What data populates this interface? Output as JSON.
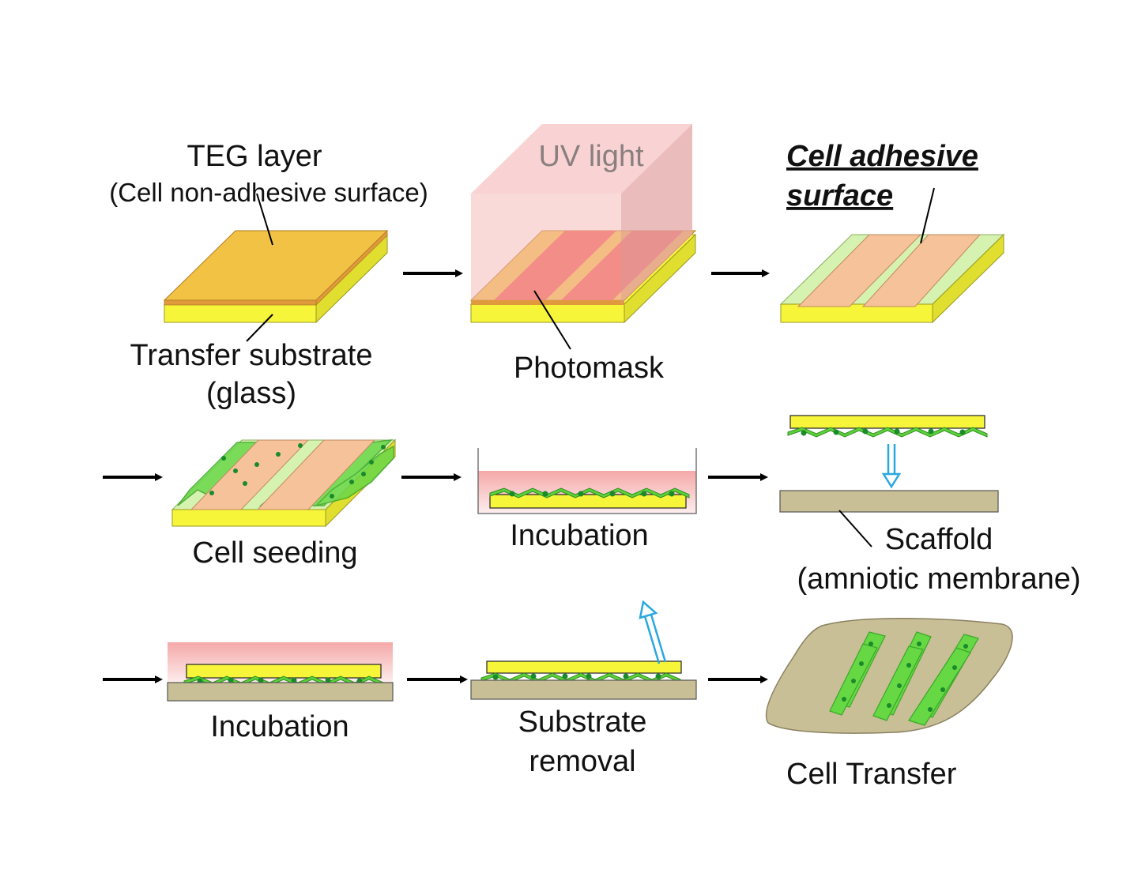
{
  "labels": {
    "teg_layer": "TEG layer",
    "teg_sub": "(Cell non-adhesive surface)",
    "transfer_substrate": "Transfer substrate",
    "glass": "(glass)",
    "uv_light": "UV light",
    "photomask": "Photomask",
    "cell_adhesive_1": "Cell adhesive",
    "cell_adhesive_2": "surface",
    "cell_seeding": "Cell seeding",
    "incubation_1": "Incubation",
    "scaffold": "Scaffold",
    "amniotic": "(amniotic membrane)",
    "incubation_2": "Incubation",
    "substrate_removal_1": "Substrate",
    "substrate_removal_2": "removal",
    "cell_transfer": "Cell Transfer"
  },
  "colors": {
    "glass_yellow": "#f7f53a",
    "glass_side": "#d9d92a",
    "teg_orange": "#f2c244",
    "adhesive_peach": "#f6c29a",
    "nonadhesive_green": "#d6f2b0",
    "uv_pink": "#f7c9c9",
    "photomask_red": "#ee4b4b",
    "cell_green": "#55cc33",
    "cell_dot": "#1a8a2a",
    "scaffold_tan": "#c8bf96",
    "medium_pink": "#f7b8b8",
    "transfer_arrow": "#2aa8e0",
    "process_arrow": "#000000"
  },
  "icons": {
    "process_arrow": "right-arrow-icon",
    "transfer_arrow": "double-line-arrow-icon"
  }
}
